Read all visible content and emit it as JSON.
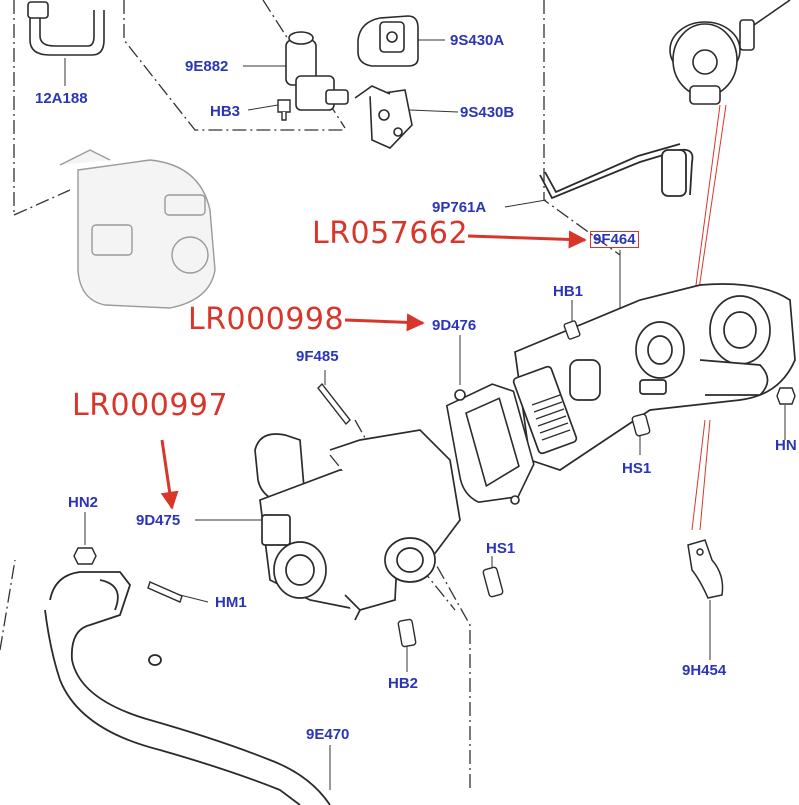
{
  "colors": {
    "callout_text": "#2a35b8",
    "reference_text": "#d9362b",
    "reference_arrow": "#d9362b",
    "line_art": "#2b2b2b"
  },
  "part_callouts": {
    "hose_clip_12A188": "12A188",
    "solenoid_9E882": "9E882",
    "bolt_HB3": "HB3",
    "bracket_9S430A": "9S430A",
    "bracket_9S430B": "9S430B",
    "tube_9P761A": "9P761A",
    "cooler_9F464": "9F464",
    "bolt_HB1": "HB1",
    "gasket_9D476": "9D476",
    "stud_9F485": "9F485",
    "valve_9D475": "9D475",
    "nut_HN2": "HN2",
    "stud_HM1": "HM1",
    "bolt_HS1_right": "HS1",
    "bolt_HS1_lower": "HS1",
    "bolt_HB2": "HB2",
    "clip_9H454": "9H454",
    "pipe_9E470": "9E470",
    "nut_HN_right": "HN"
  },
  "reference_numbers": {
    "cooler_ref": "LR057662",
    "gasket_ref": "LR000998",
    "valve_ref": "LR000997"
  }
}
